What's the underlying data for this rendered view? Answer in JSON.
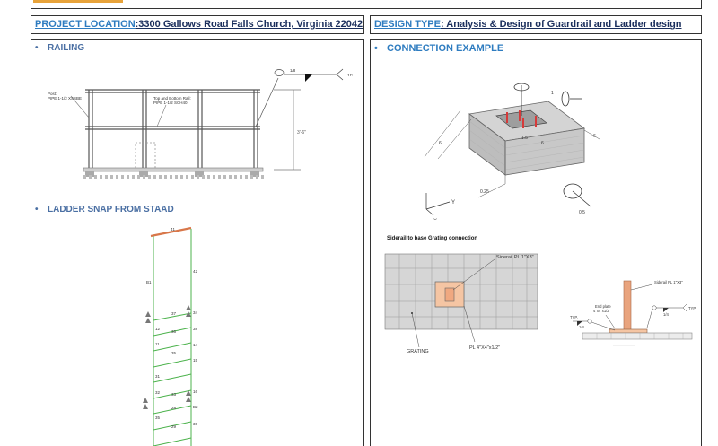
{
  "header": {
    "location_label": "PROJECT LOCATION",
    "location_value": ":3300 Gallows Road  Falls Church, Virginia 22042",
    "design_label": "DESIGN TYPE",
    "design_value": ": Analysis & Design of Guardrail and Ladder design"
  },
  "left": {
    "railing_title": "RAILING",
    "ladder_title": "LADDER SNAP FROM STAAD",
    "railing_post_label": "Post:",
    "railing_post_spec": "PIPE 1-1/2 XSSBE",
    "railing_rail_label": "Top and Bottom Rail:",
    "railing_rail_spec": "PIPE 1-1/2 SCH40",
    "weld_size": "1/8",
    "weld_note": "TYP.",
    "height_dim": "3'-6\"",
    "ladder_node_numbers": [
      "41",
      "42",
      "B1",
      "37",
      "34",
      "12",
      "36",
      "38",
      "11",
      "35",
      "14",
      "15",
      "31",
      "33",
      "16",
      "32",
      "28",
      "B2",
      "35",
      "29",
      "30"
    ]
  },
  "right": {
    "connection_title": "CONNECTION EXAMPLE",
    "siderail_title": "Siderail to base Grating connection",
    "siderail_label": "Siderail PL 1\"X3\"",
    "plate_label": "PL 4\"X4\"x1/2\"",
    "grating_label": "GRATING",
    "detail_siderail_label": "Siderail PL 1\"X3\"",
    "end_plate_label": "End plate",
    "end_plate_size": "4\"x4\"x1/2 \"",
    "detail_typ_left": "TYP.",
    "detail_typ_right": "TYP.",
    "detail_weld_left": "1/4",
    "detail_weld_right": "1/4",
    "axis_x": "X",
    "axis_y": "Y",
    "dim_a": "1.5",
    "dim_b": "6",
    "dim_c": "0.5",
    "dim_d": "0.25",
    "dim_e": "1"
  },
  "colors": {
    "accent_blue": "#2e7cc0",
    "navy": "#1a2e5c",
    "ladder_green": "#4db34d",
    "top_rung_orange": "#d8774a",
    "plate_peach": "#f5c5a3",
    "top_bar_orange": "#e8a33a"
  }
}
